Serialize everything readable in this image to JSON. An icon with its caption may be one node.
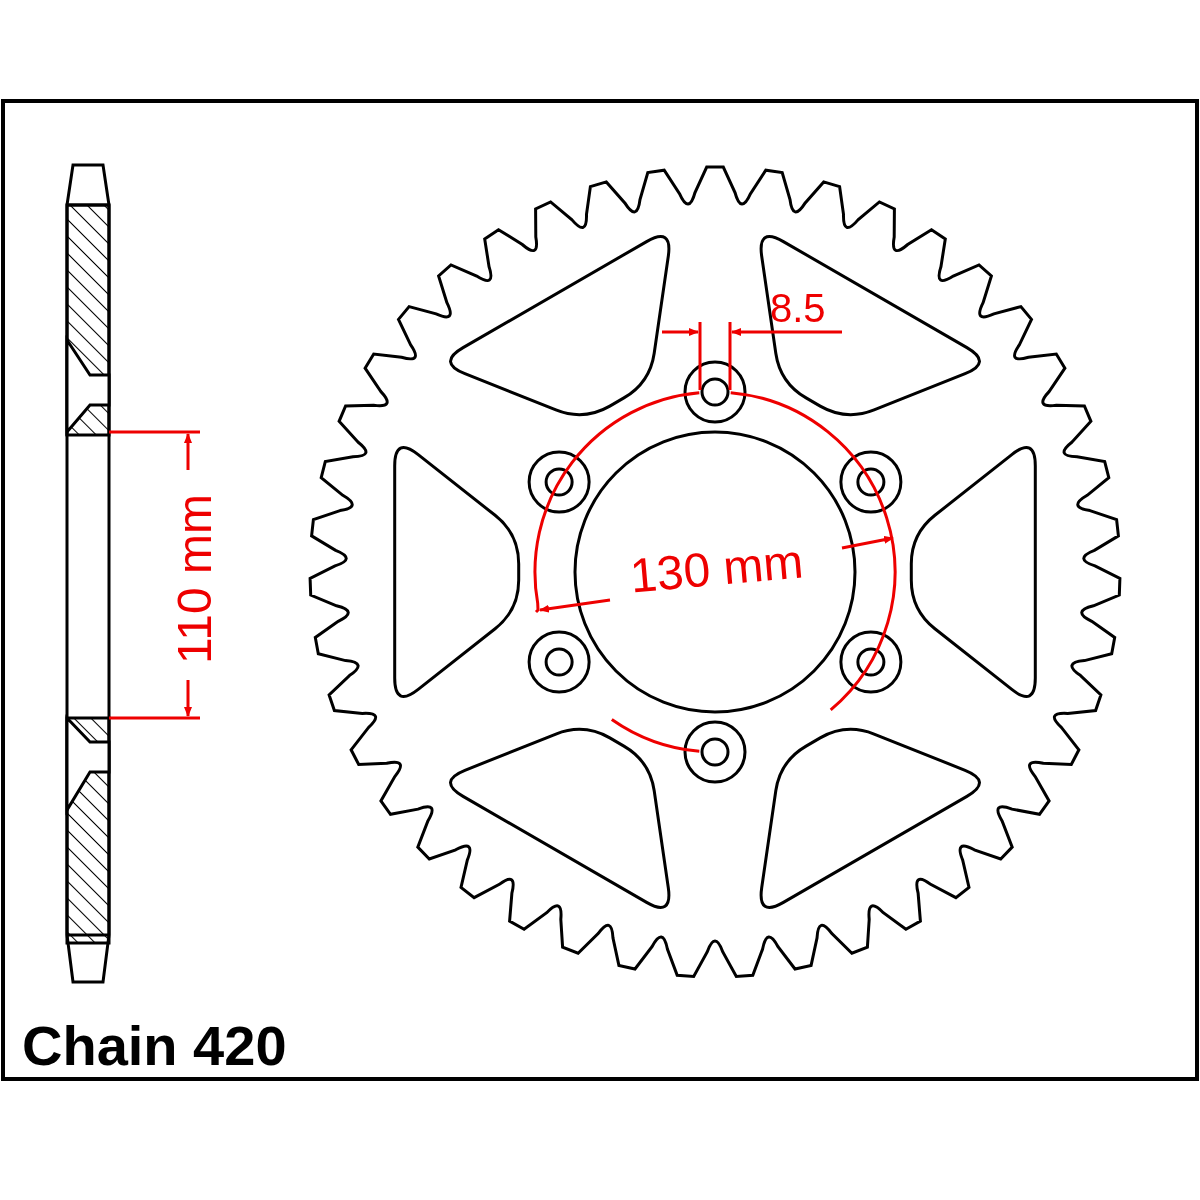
{
  "diagram": {
    "labels": [
      "8.5",
      "110 mm",
      "130 mm",
      "Chain 420"
    ]
  }
}
